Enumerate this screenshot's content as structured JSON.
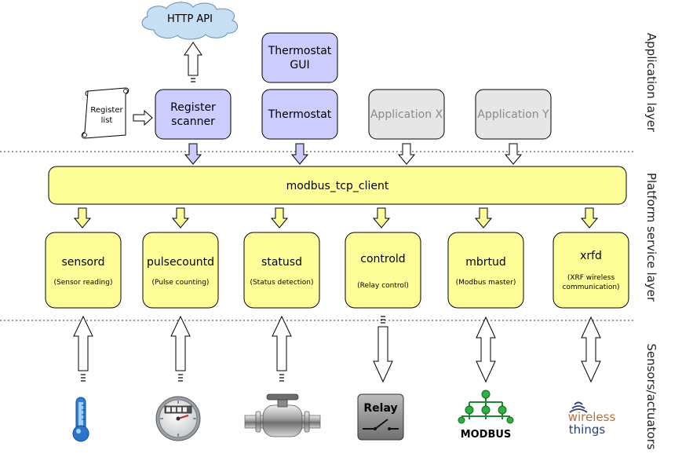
{
  "layers": {
    "application": "Application layer",
    "platform": "Platform service layer",
    "sensors": "Sensors/actuators"
  },
  "cloud": {
    "label": "HTTP API"
  },
  "register_list": {
    "line1": "Register",
    "line2": "list"
  },
  "apps": {
    "register_scanner": {
      "line1": "Register",
      "line2": "scanner"
    },
    "thermostat_gui": {
      "line1": "Thermostat",
      "line2": "GUI"
    },
    "thermostat": {
      "label": "Thermostat"
    },
    "application_x": {
      "label": "Application X"
    },
    "application_y": {
      "label": "Application Y"
    }
  },
  "client": {
    "label": "modbus_tcp_client"
  },
  "services": [
    {
      "name": "sensord",
      "desc1": "(Sensor reading)",
      "desc2": ""
    },
    {
      "name": "pulsecountd",
      "desc1": "(Pulse counting)",
      "desc2": ""
    },
    {
      "name": "statusd",
      "desc1": "(Status detection)",
      "desc2": ""
    },
    {
      "name": "controld",
      "desc1": "(Relay control)",
      "desc2": ""
    },
    {
      "name": "mbrtud",
      "desc1": "(Modbus master)",
      "desc2": ""
    },
    {
      "name": "xrfd",
      "desc1": "(XRF wireless",
      "desc2": "communication)"
    }
  ],
  "devices": {
    "thermometer": "thermometer-icon",
    "pulse_meter": "pulse-meter-icon",
    "valve": "valve-icon",
    "relay": {
      "icon": "relay-icon",
      "label": "Relay"
    },
    "modbus": {
      "icon": "modbus-network-icon",
      "label": "MODBUS"
    },
    "wireless": {
      "icon": "wireless-things-logo",
      "line1": "wireless",
      "line2": "things"
    }
  },
  "colors": {
    "lavender": "#ccccff",
    "yellow": "#ffff99",
    "grey": "#e6e6e6",
    "cloud": "#c6dff2"
  }
}
